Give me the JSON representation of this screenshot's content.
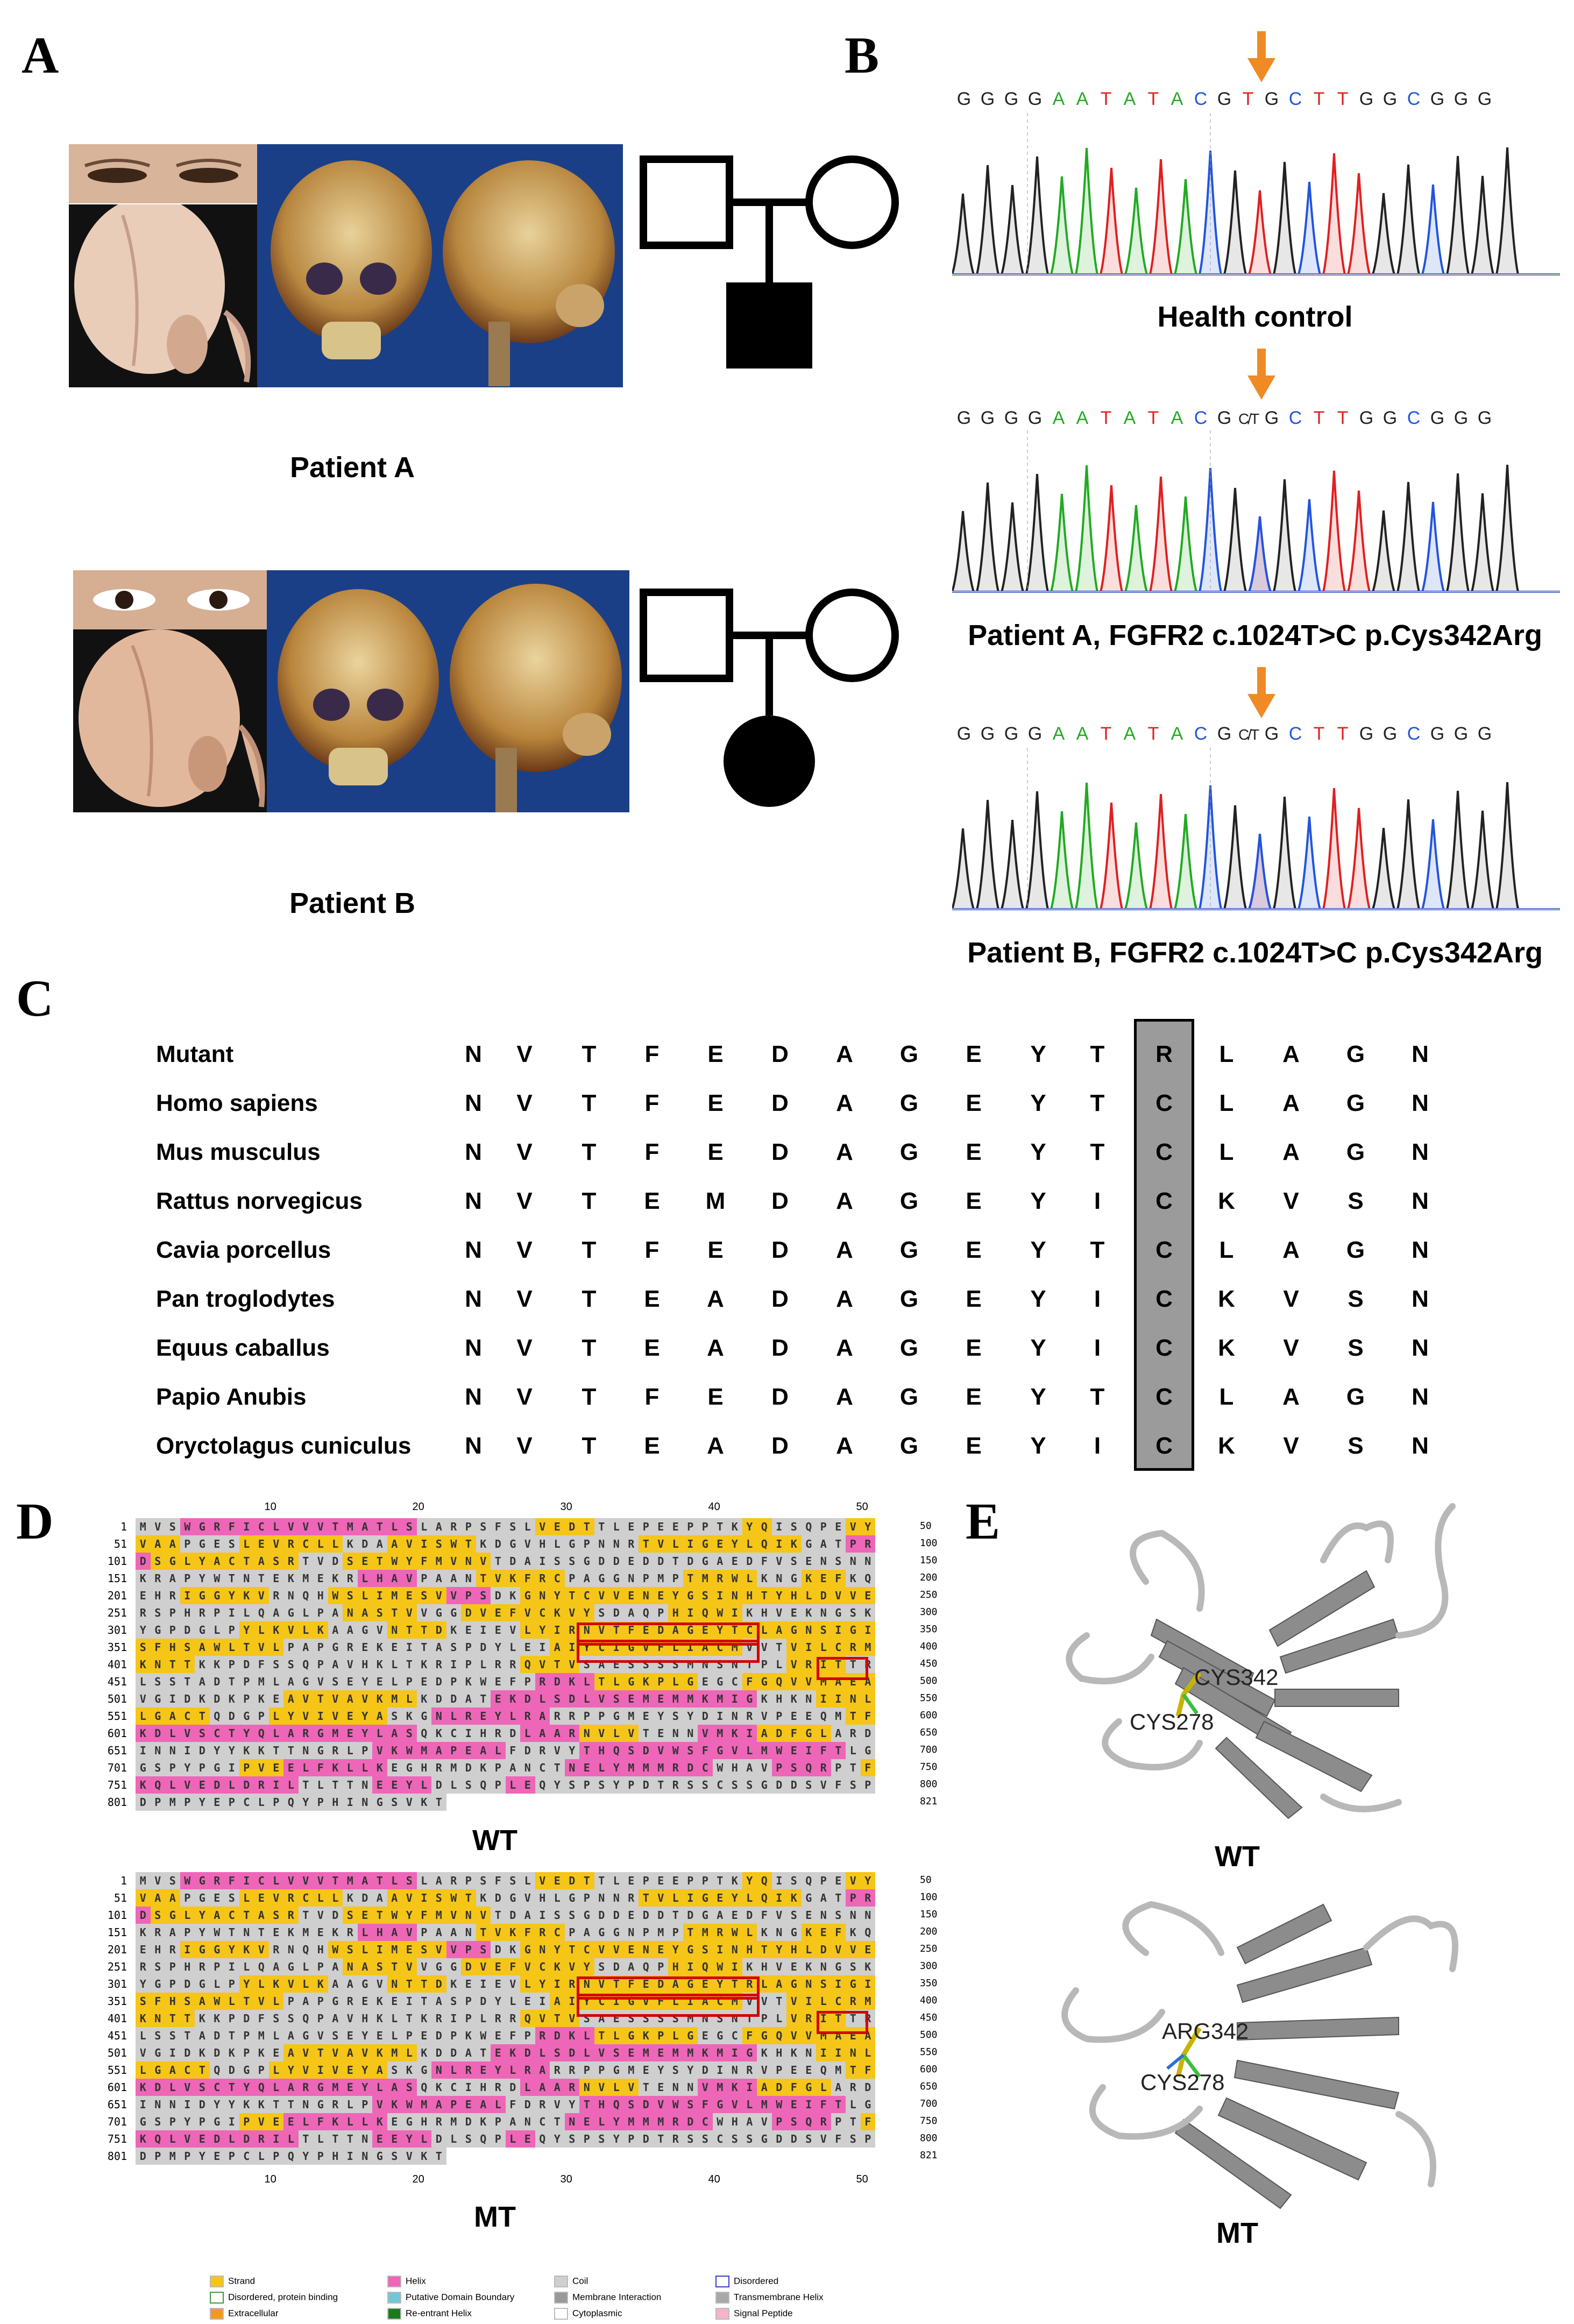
{
  "panels": {
    "A": "A",
    "B": "B",
    "C": "C",
    "D": "D",
    "E": "E"
  },
  "panel_a": {
    "patient_a_label": "Patient A",
    "patient_b_label": "Patient B"
  },
  "panel_b": {
    "captions": [
      "Health control",
      "Patient A, FGFR2 c.1024T>C p.Cys342Arg",
      "Patient B, FGFR2 c.1024T>C p.Cys342Arg"
    ],
    "seq_control": [
      "G",
      "G",
      "G",
      "G",
      "A",
      "A",
      "T",
      "A",
      "T",
      "A",
      "C",
      "G",
      "T",
      "G",
      "C",
      "T",
      "T",
      "G",
      "G",
      "C",
      "G",
      "G",
      "G"
    ],
    "seq_patient": [
      "G",
      "G",
      "G",
      "G",
      "A",
      "A",
      "T",
      "A",
      "T",
      "A",
      "C",
      "G",
      "C/T",
      "G",
      "C",
      "T",
      "T",
      "G",
      "G",
      "C",
      "G",
      "G",
      "G"
    ],
    "colors": {
      "G": "#222222",
      "A": "#22aa22",
      "T": "#e02020",
      "C": "#2255dd",
      "C/T": "#222222",
      "arrow": "#f08a24"
    }
  },
  "panel_c": {
    "rows": [
      {
        "species": "Mutant",
        "aa": [
          "N",
          "V",
          "T",
          "F",
          "E",
          "D",
          "A",
          "G",
          "E",
          "Y",
          "T",
          "R",
          "L",
          "A",
          "G",
          "N"
        ]
      },
      {
        "species": "Homo sapiens",
        "aa": [
          "N",
          "V",
          "T",
          "F",
          "E",
          "D",
          "A",
          "G",
          "E",
          "Y",
          "T",
          "C",
          "L",
          "A",
          "G",
          "N"
        ]
      },
      {
        "species": "Mus musculus",
        "aa": [
          "N",
          "V",
          "T",
          "F",
          "E",
          "D",
          "A",
          "G",
          "E",
          "Y",
          "T",
          "C",
          "L",
          "A",
          "G",
          "N"
        ]
      },
      {
        "species": "Rattus norvegicus",
        "aa": [
          "N",
          "V",
          "T",
          "E",
          "M",
          "D",
          "A",
          "G",
          "E",
          "Y",
          "I",
          "C",
          "K",
          "V",
          "S",
          "N"
        ]
      },
      {
        "species": "Cavia porcellus",
        "aa": [
          "N",
          "V",
          "T",
          "F",
          "E",
          "D",
          "A",
          "G",
          "E",
          "Y",
          "T",
          "C",
          "L",
          "A",
          "G",
          "N"
        ]
      },
      {
        "species": "Pan troglodytes",
        "aa": [
          "N",
          "V",
          "T",
          "E",
          "A",
          "D",
          "A",
          "G",
          "E",
          "Y",
          "I",
          "C",
          "K",
          "V",
          "S",
          "N"
        ]
      },
      {
        "species": "Equus caballus",
        "aa": [
          "N",
          "V",
          "T",
          "E",
          "A",
          "D",
          "A",
          "G",
          "E",
          "Y",
          "I",
          "C",
          "K",
          "V",
          "S",
          "N"
        ]
      },
      {
        "species": "Papio Anubis",
        "aa": [
          "N",
          "V",
          "T",
          "F",
          "E",
          "D",
          "A",
          "G",
          "E",
          "Y",
          "T",
          "C",
          "L",
          "A",
          "G",
          "N"
        ]
      },
      {
        "species": "Oryctolagus cuniculus",
        "aa": [
          "N",
          "V",
          "T",
          "E",
          "A",
          "D",
          "A",
          "G",
          "E",
          "Y",
          "I",
          "C",
          "K",
          "V",
          "S",
          "N"
        ]
      }
    ]
  },
  "panel_d": {
    "ruler": [
      "10",
      "20",
      "30",
      "40",
      "50"
    ],
    "wt_label": "WT",
    "mt_label": "MT",
    "lines": [
      {
        "start": "1",
        "end": "50",
        "seq": "MVSWGRFICLVVVTMATLSLARPSFSLVEDTTLEPEEPPTKYQISQPEVY",
        "ss": "CCCHHHHHHHHHHHHHHHHCCCCCCCCSSSSCCCCCCCCCCSSCCCCCSS"
      },
      {
        "start": "51",
        "end": "100",
        "seq": "VAAPGESLEVRCLLKDAAVISWTKDGVHLGPNNRTVLIGEYLQIKGATPR",
        "ss": "SSSCCCCSSSSSSSCCCSSSSSSCCCCCCCCCCCSSSSSSSSSSSCCCHH"
      },
      {
        "start": "101",
        "end": "150",
        "seq": "DSGLYACTASRTVDSETWYFMVNVTDAISSGDDEDDTDGAEDFVSENSNN",
        "ss": "HSSSSSSSSSSCCCSSSSSSSSSSCCCCCCCCCCCCCCCCCCCCCCCCCC"
      },
      {
        "start": "151",
        "end": "200",
        "seq": "KRAPYWTNTEKMEKRLHAVPAANTVKFRCPAGGNPMPTMRWLKNGKEFKQ",
        "ss": "CCCCCCCCCCCCCCCHHHHCCCCSSSSSSCCCCCCCCSSSSSCCCSSSCC"
      },
      {
        "start": "201",
        "end": "250",
        "seq": "EHRIGGYKVRNQHWSLIMESVVPSDKGNYTCVVENEYGSINHTYHLDVVE",
        "ss": "CCCSSSSSSCCCCSSSSSSSSHHHCCSSSSSSSSSSSSSSSSSSSSSSSS"
      },
      {
        "start": "251",
        "end": "300",
        "seq": "RSPHRPILQAGLPANASTVVGGDVEFVCKVYSDAQPHIQWIKHVEKNGSK",
        "ss": "CCCCCCCCCCCCCCSSSSSCCCSSSSSSSSSCCCCCSSSSSCCCCCCCCC"
      },
      {
        "start": "301",
        "end": "350",
        "seq": "YGPDGLPYLKVLKAAGVNTTDKEIEVLYIRNVTFEDAGEYTCLAGNSIGI",
        "ss": "CCCCCCCSSSSSSCCCCSSSSCCCCCSSSSSSSSSSSSSSSSSSSSSSSS"
      },
      {
        "start": "351",
        "end": "400",
        "seq": "SFHSAWLTVLPAPGREKEITASPDYLEIAIYCIGVFLIACMVVTVILCRM",
        "ss": "SSSSSSSSSSCCCCCCCCCCCCCCCCCCSSSSSSSSSSSSSCCCSSSSSS"
      },
      {
        "start": "401",
        "end": "450",
        "seq": "KNTTKKPDFSSQPAVHKLTKRIPLRRQVTVSAESSSSMNSNTPLVRITTR",
        "ss": "SSSSCCCCCCCCCCCCCCCCCCCCCCSSSSCCCCCCCCCCCCCCSSSSCC"
      },
      {
        "start": "451",
        "end": "500",
        "seq": "LSSTADTPMLAGVSEYELPEDPKWEFPRDKLTLGKPLGEGCFGQVVMAEA",
        "ss": "CCCCCCCCCCCCCCCCCCCCCCCCCCCHHHHSSSSSSSCCCSSSSSSSSS"
      },
      {
        "start": "501",
        "end": "550",
        "seq": "VGIDKDKPKEAVTVAVKMLKDDATEKDLSDLVSEMEMMKMIGKHKNIINL",
        "ss": "CCCCCCCCCCSSSSSSSSSCCCCCHHHHHHHHHHHHHHHHHHCCCCSSSS"
      },
      {
        "start": "551",
        "end": "600",
        "seq": "LGACTQDGPLYVIVEYASKGNLREYLRARRPPGMEYSYDINRVPEEQMTF",
        "ss": "SSSSSCCCCSSSSSSSSCCCHHHHHHHHCCCCCCCCCCCCCCCCCCCCSS"
      },
      {
        "start": "601",
        "end": "650",
        "seq": "KDLVSCTYQLARGMEYLASQKCIHRDLAARNVLVTENNVMKIADFGLARD",
        "ss": "HHHHHHHHHHHHHHHHHHHCCCCCCCHHHHSSSSCCCCHHHHSSSSSCCC"
      },
      {
        "start": "651",
        "end": "700",
        "seq": "INNIDYYKKTTNGRLPVKWMAPEALFDRVYTHQSDVWSFGVLMWEIFTLG",
        "ss": "CCCCCCCCCCCCCCCCHHHHHHHHHCCCCCHHHHHHHHHHHHHHHHHHCC"
      },
      {
        "start": "701",
        "end": "750",
        "seq": "GSPYPGIPVEELFKLLKEGHRMDKPANCTNELYMMMRDCWHAVPSQRPTF",
        "ss": "CCCCCCCSSSHHHHHHHCCCCCCCCCCCCHHHHHHHHHHCCCCHHHHCCS"
      },
      {
        "start": "751",
        "end": "800",
        "seq": "KQLVEDLDRILTLTTNEEYLDLSQPLEQYSPSYPDTRSSCSSGDDSVFSP",
        "ss": "HHHHHHHHHHHCCCCCHHHHCCCCCHHCCCCCCCCCCCCCCCCCCCCCCC"
      },
      {
        "start": "801",
        "end": "821",
        "seq": "DPMPYEPCLPQYPHINGSVKT",
        "ss": "CCCCCCCCCCCCCCCCCCCCC"
      }
    ],
    "mt_substitution": {
      "line_index": 6,
      "char_index": 41,
      "wt": "C",
      "mt": "R"
    },
    "legend": [
      {
        "label": "Strand",
        "color": "#f5c518"
      },
      {
        "label": "Helix",
        "color": "#ee66b8"
      },
      {
        "label": "Coil",
        "color": "#cfcfcf"
      },
      {
        "label": "Disordered",
        "color": "#ffffff",
        "border": "#3b3bd1"
      },
      {
        "label": "Disordered, protein binding",
        "color": "#ffffff",
        "border": "#3a9a3a"
      },
      {
        "label": "Putative Domain Boundary",
        "color": "#74c6d6"
      },
      {
        "label": "Membrane Interaction",
        "color": "#999999"
      },
      {
        "label": "Transmembrane Helix",
        "color": "#a8a8a8"
      },
      {
        "label": "Extracellular",
        "color": "#f39a1c"
      },
      {
        "label": "Re-entrant Helix",
        "color": "#1c7a1c"
      },
      {
        "label": "Cytoplasmic",
        "color": "#ffffff"
      },
      {
        "label": "Signal Peptide",
        "color": "#f6b4c8"
      }
    ]
  },
  "panel_e": {
    "wt_label": "WT",
    "mt_label": "MT",
    "wt_res1": "CYS342",
    "wt_res2": "CYS278",
    "mt_res1": "ARG342",
    "mt_res2": "CYS278"
  }
}
